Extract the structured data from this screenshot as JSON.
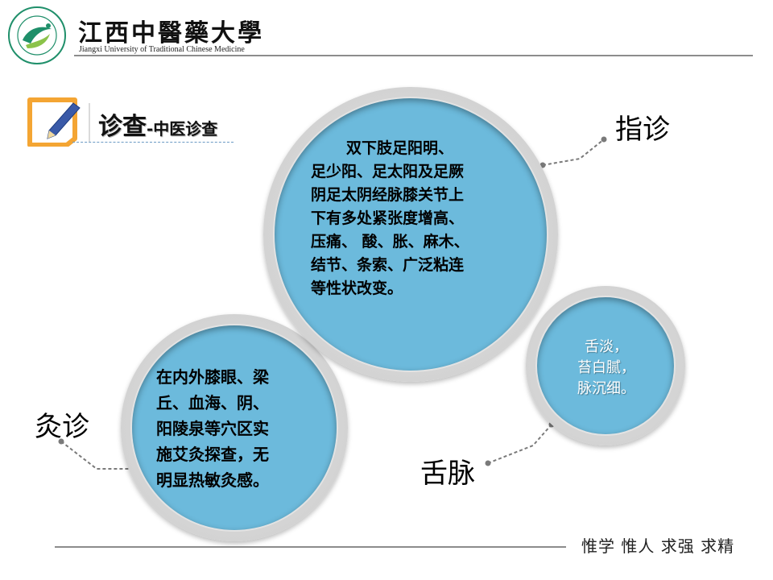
{
  "header": {
    "university_cn": "江西中醫藥大學",
    "university_en": "Jiangxi University of Traditional Chinese Medicine",
    "brand_color": "#2a9d8f"
  },
  "section": {
    "title_main": "诊查",
    "title_sub": "-中医诊查",
    "icon": "pencil-note-icon"
  },
  "circles": {
    "large": {
      "lines": [
        "双下肢足阳明、",
        "足少阳、足太阳及足厥",
        "阴足太阴经脉膝关节上",
        "下有多处紧张度增高、",
        "压痛、 酸、胀、麻木、",
        "结节、条索、广泛粘连",
        "等性状改变。"
      ]
    },
    "left": {
      "lines": [
        "在内外膝眼、梁",
        "丘、血海、阴、",
        "阳陵泉等穴区实",
        "施艾灸探查，无",
        "明显热敏灸感。"
      ]
    },
    "right": {
      "lines": [
        "舌淡，",
        "苔白腻，",
        "脉沉细。"
      ]
    }
  },
  "labels": {
    "finger": "指诊",
    "moxa": "灸诊",
    "tongue_pulse": "舌脉"
  },
  "footer": {
    "motto": "惟学 惟人 求强 求精"
  },
  "colors": {
    "disc": "#6cbadc",
    "ring": "#d3d3d3",
    "accent_orange": "#f4a533",
    "rule": "#8c8c8c"
  }
}
